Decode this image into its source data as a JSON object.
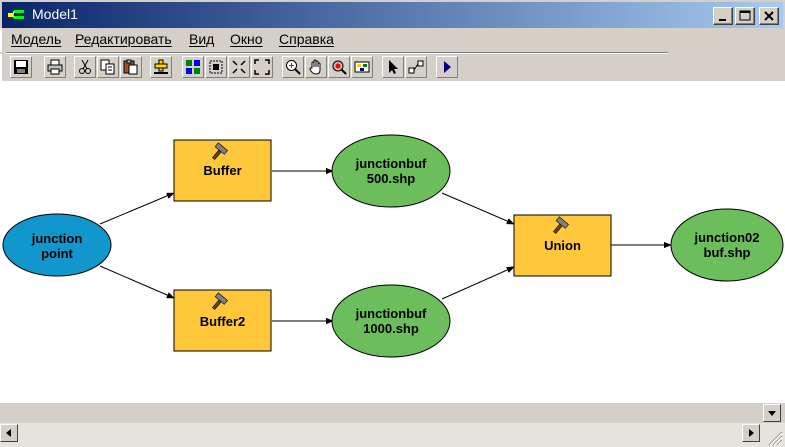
{
  "window": {
    "title": "Model1",
    "icon": "model-app-icon"
  },
  "menu": [
    {
      "label": "Модель"
    },
    {
      "label": "Редактировать"
    },
    {
      "label": "Вид"
    },
    {
      "label": "Окно"
    },
    {
      "label": "Справка"
    }
  ],
  "toolbar": [
    {
      "icon": "save-icon"
    },
    {
      "icon": "print-icon"
    },
    {
      "icon": "cut-icon"
    },
    {
      "icon": "copy-icon"
    },
    {
      "icon": "paste-icon"
    },
    {
      "icon": "add-data-icon"
    },
    {
      "icon": "grid-view-icon"
    },
    {
      "icon": "select-all-icon"
    },
    {
      "icon": "zoom-in-fixed-icon"
    },
    {
      "icon": "full-extent-icon"
    },
    {
      "icon": "zoom-in-icon"
    },
    {
      "icon": "pan-hand-icon"
    },
    {
      "icon": "zoom-magnifier-icon"
    },
    {
      "icon": "layout-icon"
    },
    {
      "icon": "pointer-select-icon"
    },
    {
      "icon": "connect-icon"
    },
    {
      "icon": "run-icon"
    }
  ],
  "diagram": {
    "nodes": {
      "junction_point": {
        "line1": "junction",
        "line2": "point"
      },
      "buffer": {
        "label": "Buffer"
      },
      "buffer2": {
        "label": "Buffer2"
      },
      "junctionbuf500": {
        "line1": "junctionbuf",
        "line2": "500.shp"
      },
      "junctionbuf1000": {
        "line1": "junctionbuf",
        "line2": "1000.shp"
      },
      "union": {
        "label": "Union"
      },
      "junction02buf": {
        "line1": "junction02",
        "line2": "buf.shp"
      }
    },
    "colors": {
      "input": "#1196ce",
      "tool": "#fec83a",
      "output": "#6cbe5c"
    }
  }
}
